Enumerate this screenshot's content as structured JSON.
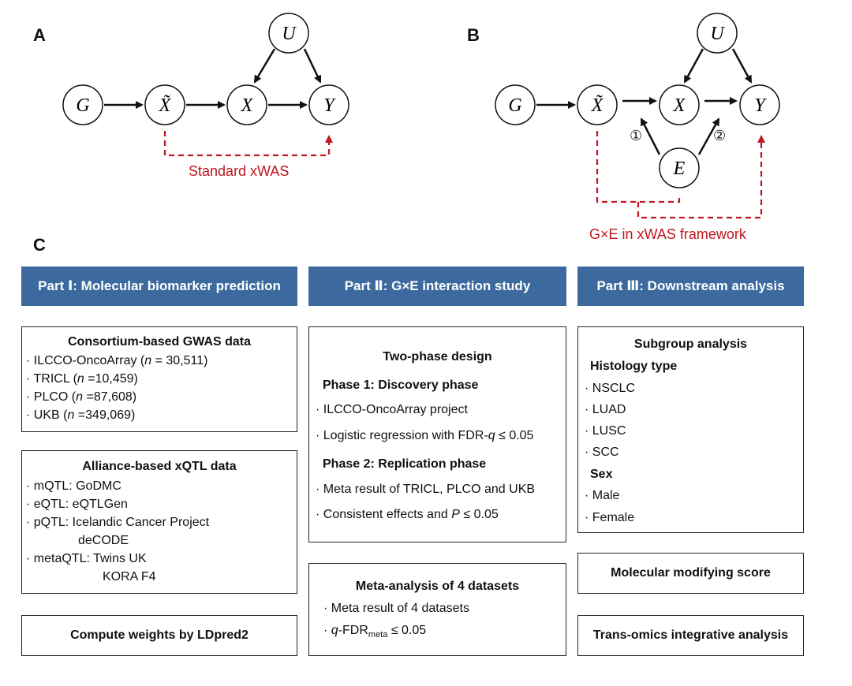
{
  "panel_a": {
    "letter": "A",
    "nodes": {
      "u": "U",
      "g": "G",
      "xt": "X̃",
      "x": "X",
      "y": "Y"
    },
    "dashed_label": "Standard xWAS"
  },
  "panel_b": {
    "letter": "B",
    "nodes": {
      "u": "U",
      "g": "G",
      "xt": "X̃",
      "x": "X",
      "y": "Y",
      "e": "E"
    },
    "marker_1": "①",
    "marker_2": "②",
    "dashed_label": "G×E in xWAS framework"
  },
  "panel_c": {
    "letter": "C",
    "part1": {
      "header": "Part Ⅰ: Molecular biomarker prediction",
      "gwas": {
        "title": "Consortium-based GWAS data",
        "items": [
          {
            "prefix": "· ILCCO-OncoArray (",
            "n": "n",
            "rest": " = 30,511)"
          },
          {
            "prefix": "· TRICL (",
            "n": "n",
            "rest": " =10,459)"
          },
          {
            "prefix": "· PLCO (",
            "n": "n",
            "rest": " =87,608)"
          },
          {
            "prefix": "· UKB (",
            "n": "n",
            "rest": " =349,069)"
          }
        ]
      },
      "xqtl": {
        "title": "Alliance-based xQTL data",
        "lines": [
          "· mQTL: GoDMC",
          "· eQTL: eQTLGen",
          "· pQTL: Icelandic Cancer Project",
          "deCODE",
          "· metaQTL: Twins UK",
          "KORA F4"
        ]
      },
      "compute": "Compute weights by LDpred2"
    },
    "part2": {
      "header": "Part Ⅱ: G×E interaction study",
      "design": {
        "title": "Two-phase design",
        "phase1": "Phase 1: Discovery phase",
        "p1_item1": "· ILCCO-OncoArray project",
        "p1_item2_pre": "· Logistic regression with FDR-",
        "p1_item2_q": "q",
        "p1_item2_post": " ≤ 0.05",
        "phase2": "Phase 2: Replication phase",
        "p2_item1": "· Meta result of TRICL, PLCO and UKB",
        "p2_item2_pre": "· Consistent effects and ",
        "p2_item2_p": "P",
        "p2_item2_post": " ≤ 0.05"
      },
      "meta": {
        "title": "Meta-analysis of 4 datasets",
        "item1": "· Meta result of 4 datasets",
        "item2_pre": "· ",
        "item2_q": "q",
        "item2_mid": "-FDR",
        "item2_sub": "meta",
        "item2_post": " ≤ 0.05"
      }
    },
    "part3": {
      "header": "Part Ⅲ: Downstream analysis",
      "subgroup": {
        "title": "Subgroup analysis",
        "histology": "Histology type",
        "hist_items": [
          "· NSCLC",
          "· LUAD",
          "· LUSC",
          "· SCC"
        ],
        "sex": "Sex",
        "sex_items": [
          "· Male",
          "· Female"
        ]
      },
      "mms": "Molecular modifying score",
      "trans": "Trans-omics integrative analysis"
    }
  }
}
